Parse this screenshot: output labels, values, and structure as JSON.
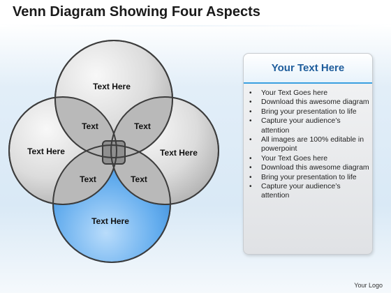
{
  "title": "Venn Diagram Showing Four Aspects",
  "venn": {
    "circle_top": "Text Here",
    "circle_left": "Text Here",
    "circle_right": "Text Here",
    "circle_bottom": "Text Here",
    "overlap_top_left": "Text",
    "overlap_top_right": "Text",
    "overlap_bottom_left": "Text",
    "overlap_bottom_right": "Text"
  },
  "panel": {
    "title": "Your Text Here",
    "bullets": [
      "Your Text Goes here",
      "Download this awesome diagram",
      "Bring your presentation to life",
      "Capture your audience’s attention",
      "All images are 100% editable in powerpoint",
      "Your Text Goes here",
      "Download this awesome diagram",
      "Bring your presentation to life",
      "Capture your audience’s attention"
    ]
  },
  "logo": "Your Logo",
  "colors": {
    "circle_gray": "#d6d6d6",
    "circle_blue": "#4d9be8",
    "outline": "#3c3c3c",
    "panel_title": "#1e5d9c",
    "panel_accent": "#3aa0e0"
  }
}
